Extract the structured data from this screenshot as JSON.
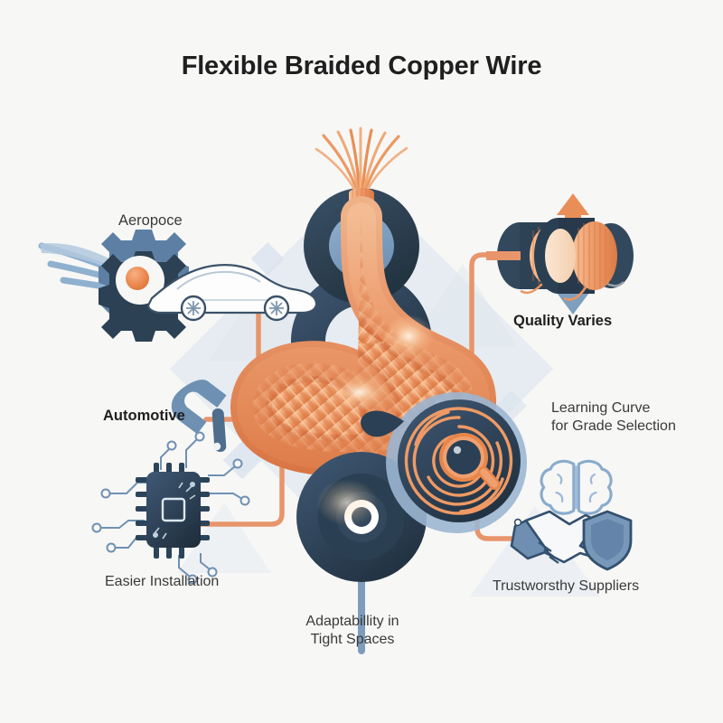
{
  "page": {
    "title": "Flexible Braided Copper Wire",
    "background_color": "#f7f7f6"
  },
  "palette": {
    "navy": "#2d4356",
    "navy_dark": "#24374a",
    "steel_blue": "#7a9cc0",
    "light_blue": "#a9c2da",
    "copper": "#e8834a",
    "copper_light": "#f0a878",
    "connector": "#e8956b",
    "bg_diamond": "#dde5ee",
    "bg_shape": "#e4ebf2",
    "text": "#2b2b2b",
    "white": "#ffffff"
  },
  "center_graphic": {
    "name": "braided-copper-wire-illustration",
    "description": "Braided copper rope threading through navy rings"
  },
  "nodes": [
    {
      "id": "aerospace",
      "label": "Aeropoce",
      "icon": "winged-gear-car-icon",
      "bold": false,
      "side": "left"
    },
    {
      "id": "automotive",
      "label": "Automotive",
      "icon": "wrench-icon",
      "bold": true,
      "side": "left"
    },
    {
      "id": "easier-installation",
      "label": "Easier Installation",
      "icon": "microchip-icon",
      "bold": false,
      "side": "left"
    },
    {
      "id": "adaptability",
      "label": "Adaptabillity in\nTight Spaces",
      "icon": "concentric-coil-icon",
      "bold": false,
      "side": "bottom"
    },
    {
      "id": "quality-varies",
      "label": "Quality Varies",
      "icon": "wire-spools-arrows-icon",
      "bold": true,
      "side": "right"
    },
    {
      "id": "learning-curve",
      "label": "Learning Curve\nfor Grade Selection",
      "icon": "maze-magnifier-icon",
      "bold": false,
      "side": "right"
    },
    {
      "id": "trustworthy-suppliers",
      "label": "Trustworsthy Suppliers",
      "icon": "handshake-brain-shield-icon",
      "bold": false,
      "side": "right"
    }
  ]
}
